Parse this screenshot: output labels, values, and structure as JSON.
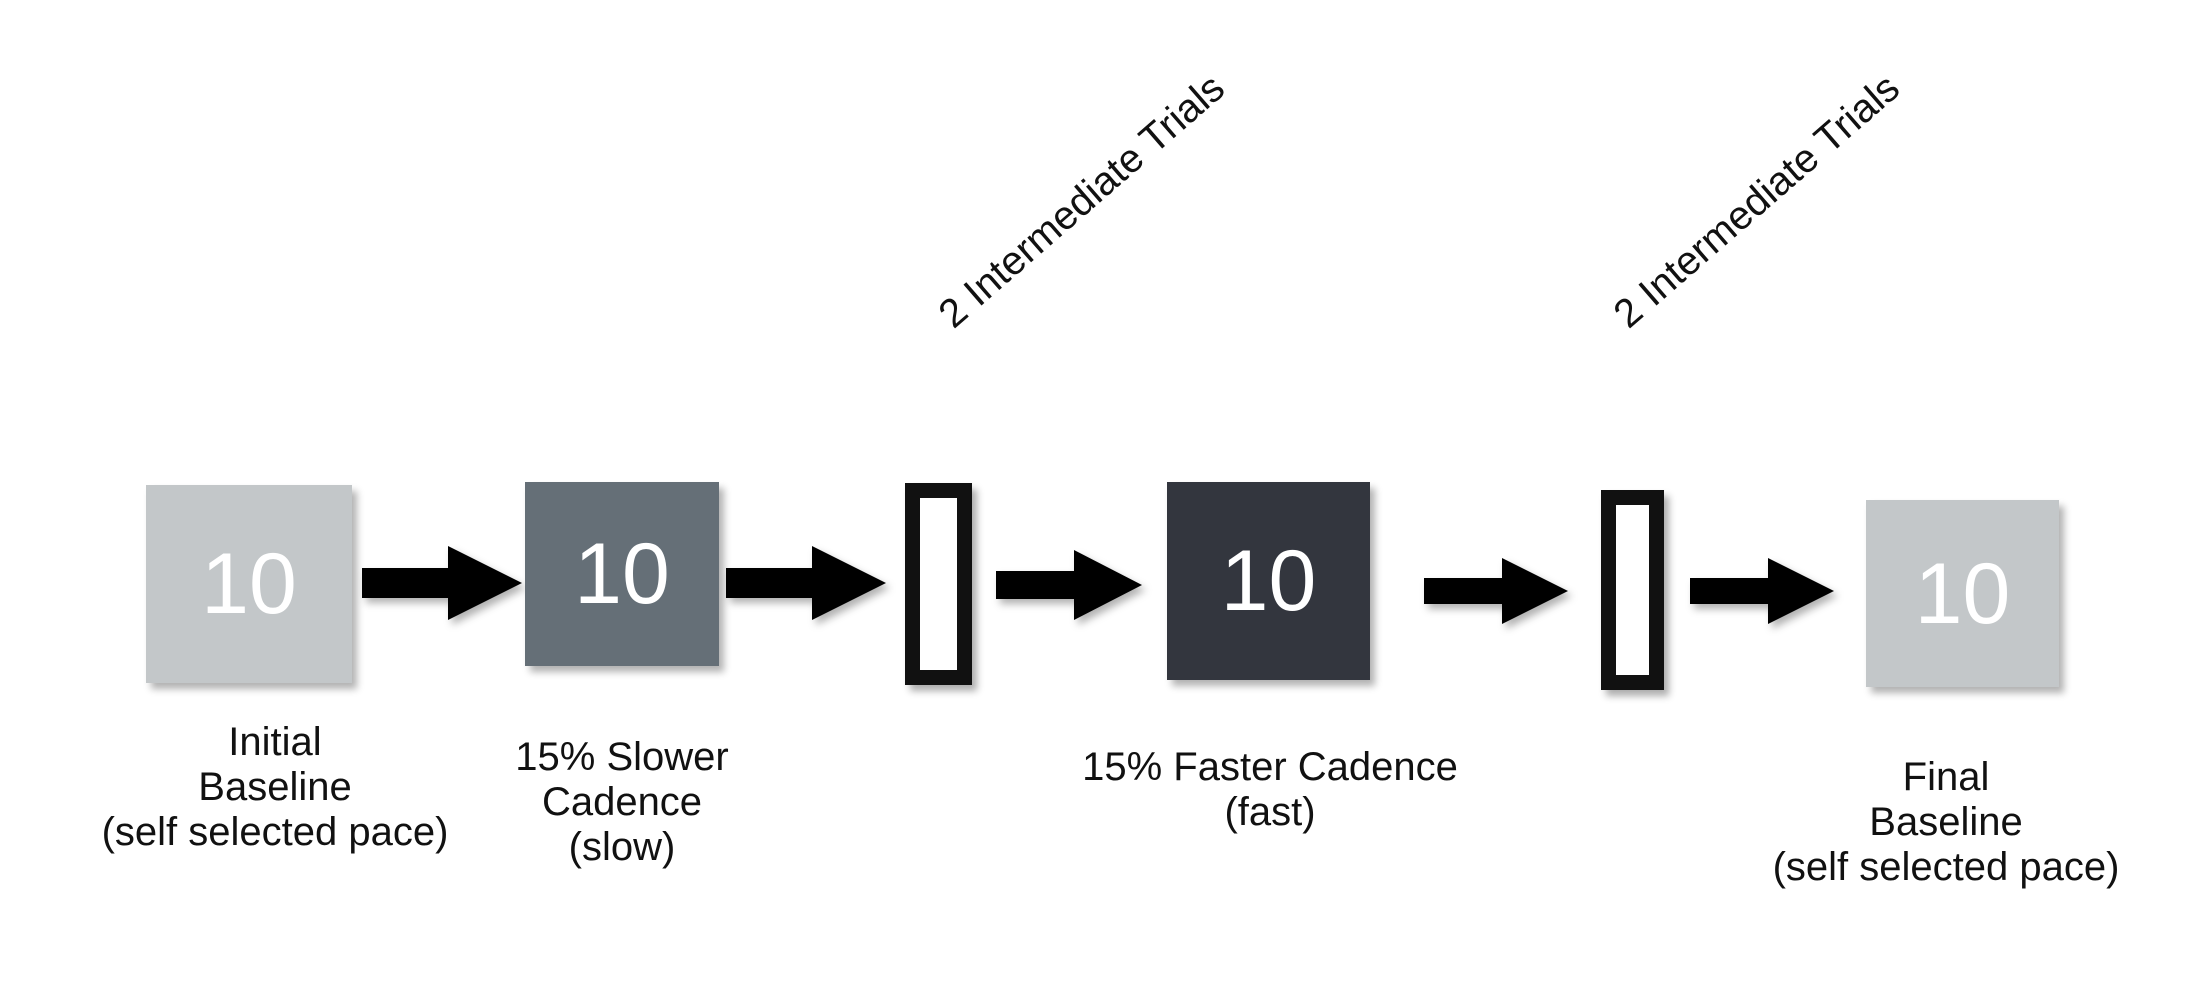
{
  "figure": {
    "type": "flow-diagram",
    "title": "",
    "background_color": "#ffffff",
    "colors": {
      "initial_baseline": "#C3C7C9",
      "slow_cadence": "#656F77",
      "fast_cadence": "#33363E",
      "final_baseline": "#C3C7C9",
      "marker_border": "#111111",
      "marker_fill": "#ffffff",
      "arrow": "#000000",
      "text": "#111111",
      "box_value_text": "#ffffff"
    }
  },
  "steps": [
    {
      "id": "initial-baseline",
      "kind": "trial-box",
      "value": "10",
      "caption": [
        "Initial",
        "Baseline",
        "(self selected pace)"
      ]
    },
    {
      "id": "slower-cadence",
      "kind": "trial-box",
      "value": "10",
      "caption": [
        "15% Slower",
        "Cadence",
        "(slow)"
      ]
    },
    {
      "id": "intermediate-marker-1",
      "kind": "marker-box",
      "value": "",
      "caption": [],
      "annotation": "2 Intermediate Trials"
    },
    {
      "id": "faster-cadence",
      "kind": "trial-box",
      "value": "10",
      "caption": [
        "15% Faster Cadence",
        "(fast)"
      ]
    },
    {
      "id": "intermediate-marker-2",
      "kind": "marker-box",
      "value": "",
      "caption": [],
      "annotation": "2 Intermediate Trials"
    },
    {
      "id": "final-baseline",
      "kind": "trial-box",
      "value": "10",
      "caption": [
        "Final",
        "Baseline",
        "(self selected pace)"
      ]
    }
  ],
  "boxes": {
    "b1": {
      "value": "10"
    },
    "b2": {
      "value": "10"
    },
    "b4": {
      "value": "10"
    },
    "b6": {
      "value": "10"
    }
  },
  "captions": {
    "c1": {
      "l1": "Initial",
      "l2": "Baseline",
      "l3": "(self selected pace)"
    },
    "c2": {
      "l1": "15% Slower",
      "l2": "Cadence",
      "l3": "(slow)"
    },
    "c4": {
      "l1": "15% Faster Cadence",
      "l2": "(fast)"
    },
    "c6": {
      "l1": "Final",
      "l2": "Baseline",
      "l3": "(self selected pace)"
    }
  },
  "annotations": {
    "a1": "2 Intermediate Trials",
    "a2": "2 Intermediate Trials"
  }
}
